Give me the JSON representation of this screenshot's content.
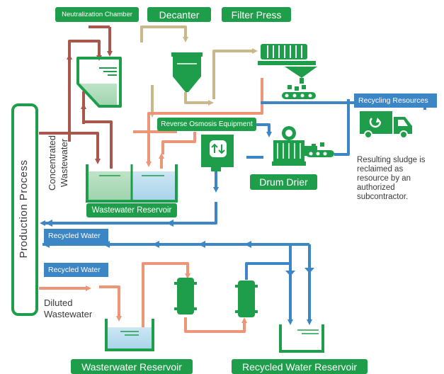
{
  "labels": {
    "neutralization_chamber": "Neutralization Chamber",
    "decanter": "Decanter",
    "filter_press": "Filter Press",
    "reverse_osmosis": "Reverse Osmosis Equipment",
    "drum_drier": "Drum Drier",
    "wastewater_reservoir_top": "Wastewater Reservoir",
    "wastewater_reservoir_bottom": "Wasterwater Reservoir",
    "recycled_water_reservoir": "Recycled Water Reservoir",
    "recycling_resources": "Recycling Resources",
    "recycled_water_1": "Recycled Water",
    "recycled_water_2": "Recycled Water",
    "production_process": "Production Process",
    "concentrated_line1": "Concentrated",
    "concentrated_line2": "Wastewater",
    "diluted_line1": "Diluted",
    "diluted_line2": "Wastewater",
    "sludge_note": [
      "Resulting sludge is",
      "reclaimed as",
      "resource by an",
      "authorized",
      "subcontractor."
    ]
  },
  "colors": {
    "green": "#1e9e4a",
    "brown": "#a8574a",
    "salmon": "#ef9577",
    "tan": "#c9b88a",
    "blue": "#3d86c6"
  }
}
